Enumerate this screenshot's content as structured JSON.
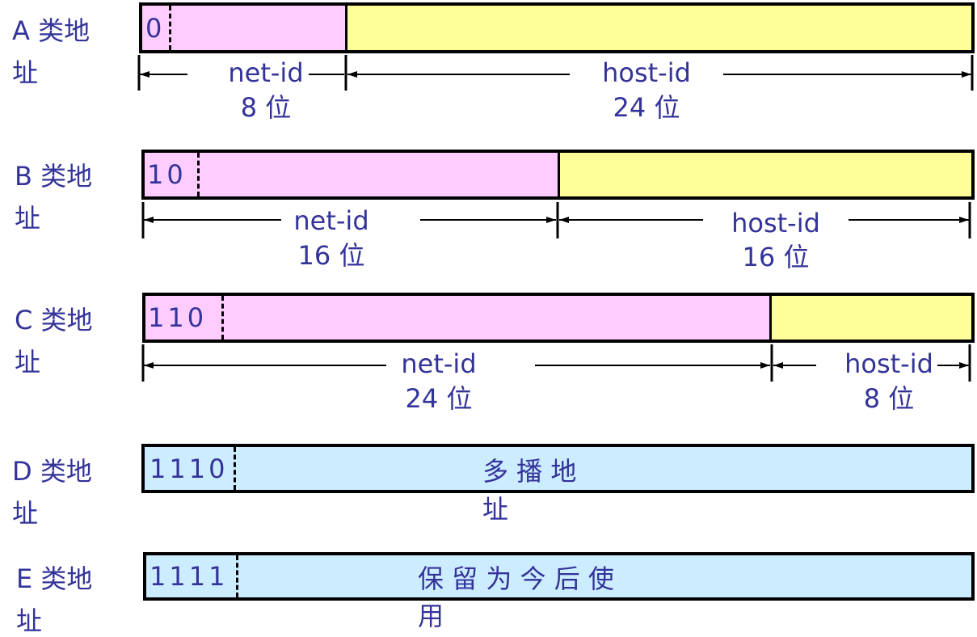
{
  "colors": {
    "net": "#FFCCFF",
    "host": "#FFFF99",
    "special": "#CCECFF",
    "text": "#333399"
  },
  "classes": [
    {
      "label_line1": "A 类地",
      "label_line2": "址",
      "prefix": "0",
      "net": "net-id",
      "net_bits": "8 位",
      "host": "host-id",
      "host_bits": "24 位"
    },
    {
      "label_line1": "B 类地",
      "label_line2": "址",
      "prefix": "10",
      "net": "net-id",
      "net_bits": "16 位",
      "host": "host-id",
      "host_bits": "16 位"
    },
    {
      "label_line1": "C 类地",
      "label_line2": "址",
      "prefix": "110",
      "net": "net-id",
      "net_bits": "24 位",
      "host": "host-id",
      "host_bits": "8 位"
    },
    {
      "label_line1": "D 类地",
      "label_line2": "址",
      "prefix": "1110",
      "desc_line1": "多 播 地",
      "desc_line2": "址"
    },
    {
      "label_line1": "E 类地",
      "label_line2": "址",
      "prefix": "1111",
      "desc_line1": "保 留 为 今 后 使",
      "desc_line2": "用"
    }
  ]
}
